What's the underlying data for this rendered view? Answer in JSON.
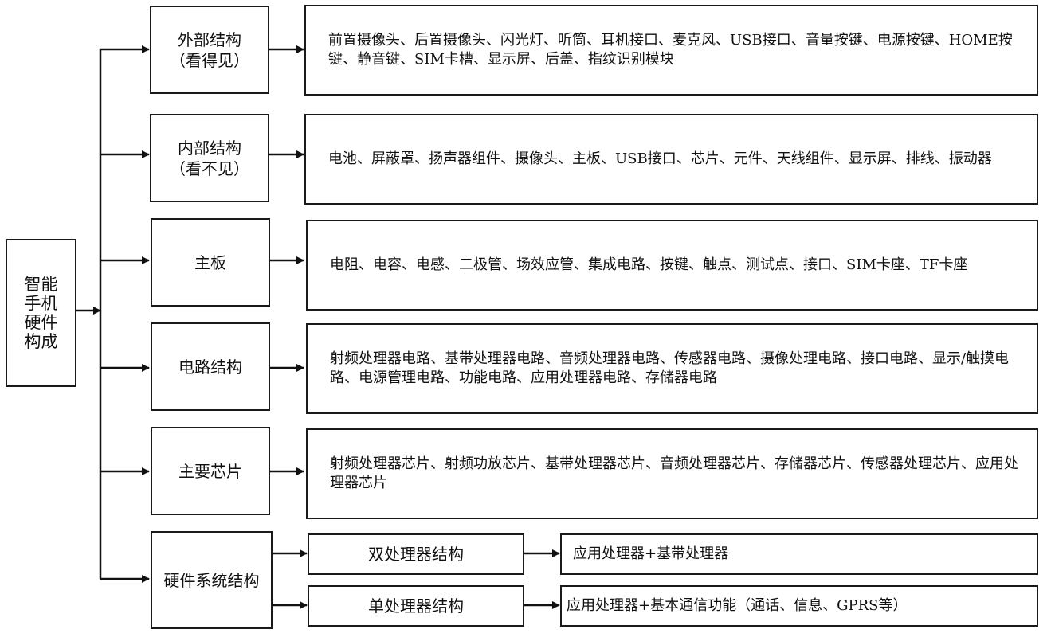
{
  "root": {
    "label": "智能手机硬件构成",
    "lines": [
      "智能",
      "手机",
      "硬件",
      "构成"
    ]
  },
  "categories": [
    {
      "label_line1": "外部结构",
      "label_line2": "（看得见）",
      "description": "前置摄像头、后置摄像头、闪光灯、听筒、耳机接口、麦克风、USB接口、音量按键、电源按键、HOME按键、静音键、SIM卡槽、显示屏、后盖、指纹识别模块"
    },
    {
      "label_line1": "内部结构",
      "label_line2": "（看不见）",
      "description": "电池、屏蔽罩、扬声器组件、摄像头、主板、USB接口、芯片、元件、天线组件、显示屏、排线、振动器"
    },
    {
      "label_line1": "主板",
      "label_line2": "",
      "description": "电阻、电容、电感、二极管、场效应管、集成电路、按键、触点、测试点、接口、SIM卡座、TF卡座"
    },
    {
      "label_line1": "电路结构",
      "label_line2": "",
      "description": "射频处理器电路、基带处理器电路、音频处理器电路、传感器电路、摄像处理电路、接口电路、显示/触摸电路、电源管理电路、功能电路、应用处理器电路、存储器电路"
    },
    {
      "label_line1": "主要芯片",
      "label_line2": "",
      "description": "射频处理器芯片、射频功放芯片、基带处理器芯片、音频处理器芯片、存储器芯片、传感器处理芯片、应用处理器芯片"
    }
  ],
  "hardware_system": {
    "label": "硬件系统结构",
    "subs": [
      {
        "label": "双处理器结构",
        "description": "应用处理器+基带处理器"
      },
      {
        "label": "单处理器结构",
        "description": "应用处理器+基本通信功能（通话、信息、GPRS等）"
      }
    ]
  }
}
